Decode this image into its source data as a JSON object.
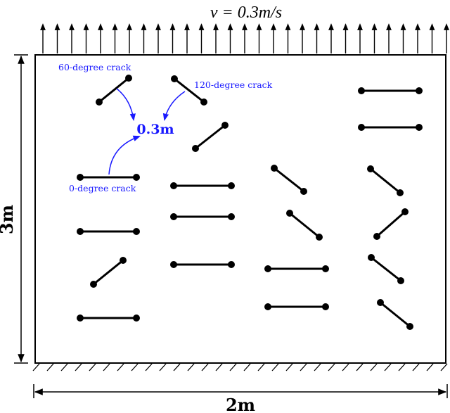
{
  "labels": {
    "velocity": "v = 0.3m/s",
    "height": "3m",
    "width": "2m",
    "crack_length": "0.3m",
    "crack_60": "60-degree crack",
    "crack_120": "120-degree crack",
    "crack_0": "0-degree crack"
  },
  "colors": {
    "stroke": "#000000",
    "annotation": "#1a1aff"
  },
  "crack_orientations": [
    "0-degree",
    "60-degree",
    "120-degree"
  ]
}
